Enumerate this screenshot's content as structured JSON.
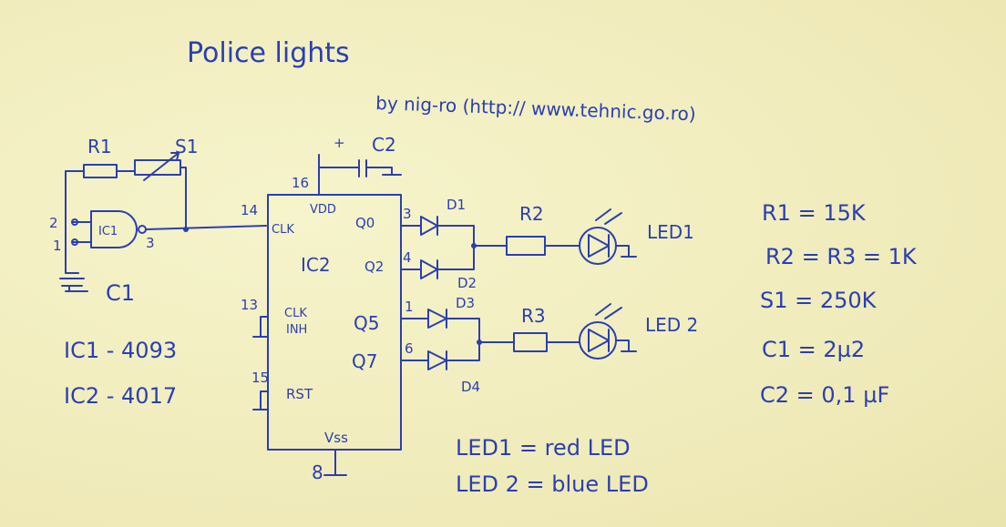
{
  "title": "Police lights",
  "byline": "by nig-ro (http:// www.tehnic.go.ro)",
  "ic1_label": "IC1",
  "ic2_label": "IC2",
  "pins": {
    "p2": "2",
    "p1": "1",
    "p3": "3",
    "p14": "14",
    "p16": "16",
    "p13": "13",
    "p15": "15",
    "p8": "8",
    "q3": "3",
    "q2": "4",
    "q1": "1",
    "q6": "6"
  },
  "ic2_pins": {
    "vdd": "VDD",
    "clk": "CLK",
    "q0": "Q0",
    "q2": "Q2",
    "clkinh": "CLK",
    "inh": "INH",
    "q5": "Q5",
    "q7": "Q7",
    "rst": "RST",
    "vss": "Vss"
  },
  "labels": {
    "r1": "R1",
    "s1": "S1",
    "c1": "C1",
    "c2": "C2",
    "plus": "+",
    "r2": "R2",
    "r3": "R3",
    "d1": "D1",
    "d2": "D2",
    "d3": "D3",
    "d4": "D4",
    "led1": "LED1",
    "led2": "LED 2"
  },
  "parts_ic": [
    "IC1 - 4093",
    "IC2 - 4017"
  ],
  "values": [
    "R1 = 15K",
    "R2 = R3 = 1K",
    "S1 = 250K",
    "C1 = 2µ2",
    "C2 = 0,1 µF"
  ],
  "led_colors": [
    "LED1 = red LED",
    "LED 2 = blue LED"
  ]
}
